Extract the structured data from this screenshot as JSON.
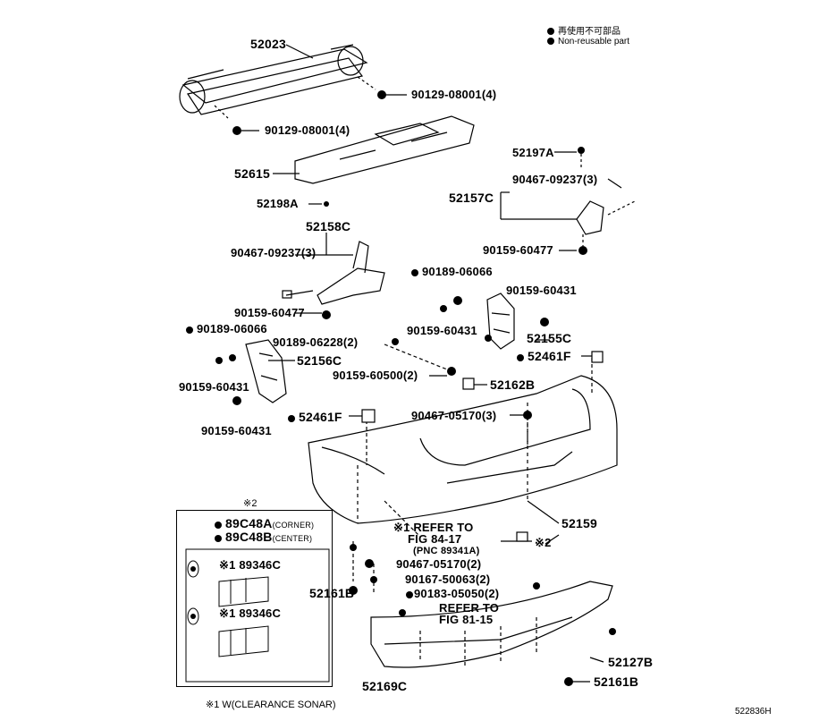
{
  "legend": {
    "non_reusable_jp": "再使用不可部品",
    "non_reusable_en": "Non-reusable part"
  },
  "labels": {
    "p52023": "52023",
    "p90129_a": "90129-08001(4)",
    "p90129_b": "90129-08001(4)",
    "p52615": "52615",
    "p52197A": "52197A",
    "p90467_09237_r": "90467-09237(3)",
    "p52157C": "52157C",
    "p90159_60477_r": "90159-60477",
    "p52198A": "52198A",
    "p52158C": "52158C",
    "p90467_09237_l": "90467-09237(3)",
    "p90159_60477_l": "90159-60477",
    "p90189_06066_r": "90189-06066",
    "p90159_60431_r1": "90159-60431",
    "p90159_60431_r2": "90159-60431",
    "p52155C": "52155C",
    "p90189_06066_l": "90189-06066",
    "p90189_06228": "90189-06228(2)",
    "p52156C": "52156C",
    "p90159_60500": "90159-60500(2)",
    "p52461F_r": "52461F",
    "p52162B": "52162B",
    "p90159_60431_l1": "90159-60431",
    "p90159_60431_l2": "90159-60431",
    "p52461F_l": "52461F",
    "p90467_05170_a": "90467-05170(3)",
    "p52159": "52159",
    "refer1_a": "※1 REFER TO",
    "refer1_b": "FIG 84-17",
    "refer1_c": "(PNC 89341A)",
    "ref_x2": "※2",
    "p90467_05170_b": "90467-05170(2)",
    "p90167_50063": "90167-50063(2)",
    "p90183_05050": "90183-05050(2)",
    "refer2_a": "REFER TO",
    "refer2_b": "FIG 81-15",
    "p52161B_l": "52161B",
    "p52127B": "52127B",
    "p52161B_r": "52161B",
    "p52169C": "52169C",
    "inset_title": "※2",
    "p89C48A": "89C48A",
    "p89C48A_note": "(CORNER)",
    "p89C48B": "89C48B",
    "p89C48B_note": "(CENTER)",
    "p89346C_a": "※1 89346C",
    "p89346C_b": "※1 89346C",
    "footnote": "※1 W(CLEARANCE SONAR)",
    "fig_id": "522836H"
  }
}
